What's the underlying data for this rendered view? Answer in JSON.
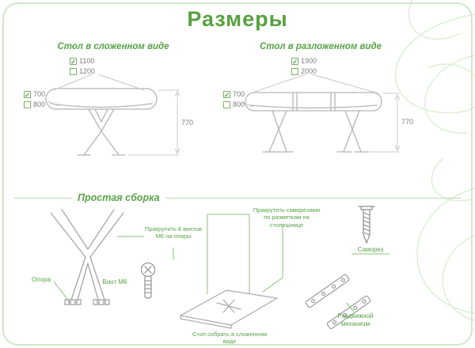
{
  "title": "Размеры",
  "icons": {
    "check": "✓"
  },
  "colors": {
    "accent_green": "#55a13f",
    "drawing_gray": "#b0b0b0"
  },
  "folded": {
    "title": "Стол в сложенном виде",
    "widths": [
      {
        "value": "1100",
        "checked": true
      },
      {
        "value": "1200",
        "checked": false
      }
    ],
    "depths": [
      {
        "value": "700",
        "checked": true
      },
      {
        "value": "800",
        "checked": false
      }
    ],
    "height": "770"
  },
  "unfolded": {
    "title": "Стол в разложенном виде",
    "widths": [
      {
        "value": "1900",
        "checked": true
      },
      {
        "value": "2000",
        "checked": false
      }
    ],
    "depths": [
      {
        "value": "700",
        "checked": true
      },
      {
        "value": "800",
        "checked": false
      }
    ],
    "height": "770"
  },
  "assembly": {
    "title": "Простая сборка",
    "support_label": "Опора",
    "bolt_label": "Винт М6",
    "bolt_note": "Прикрутить 8 винтов М6 на опоры",
    "screw_note": "Прикрутить саморезами по разметкам на столешнице",
    "screw_label": "Саморез",
    "mechanism_label": "Раздвижной механизм",
    "assemble_note": "Стол собрать в сложенном виде"
  }
}
